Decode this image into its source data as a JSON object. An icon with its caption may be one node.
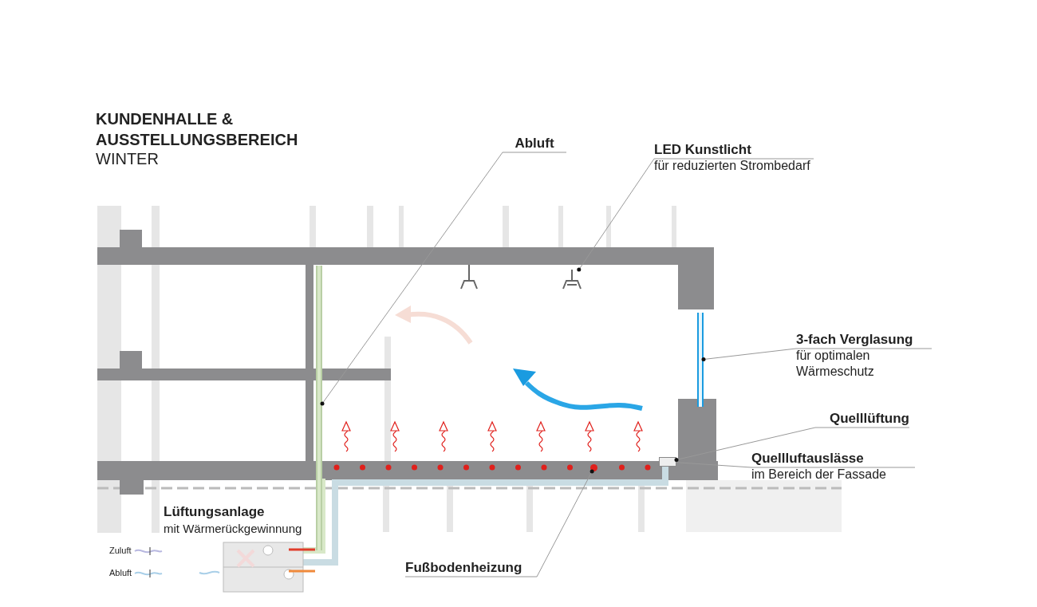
{
  "diagram": {
    "title": "KUNDENHALLE & AUSSTELLUNGSBEREICH",
    "nodes": [
      {
        "text": [
          "Abluft"
        ]
      },
      {
        "text": [],
        "shape": "bar"
      },
      {
        "text": [
          "LED Kunstlicht",
          "für reduzierten Strombedarf"
        ]
      },
      {
        "text": [],
        "shape": "picture"
      },
      {
        "text": [
          "3-fach Verglasung",
          "für optimalen Wärmeschutz"
        ]
      },
      {
        "text": [],
        "shape": "bar"
      },
      {
        "text": [
          "Quelllüftung"
        ]
      },
      {
        "text": [
          "Quellluftauslässe",
          "im Bereich der Fassade"
        ]
      },
      {
        "text": [],
        "shape": "box"
      },
      {
        "text": [
          "Fußbodenheizung"
        ]
      },
      {
        "text": [],
        "shape": "circle"
      }
    ],
    "edges": [
      {
        "from": 0,
        "to": 1,
        "arrow": "other"
      },
      {
        "from": 2,
        "to": 3,
        "arrow": "other"
      },
      {
        "from": 4,
        "to": 5,
        "arrow": "other"
      },
      {
        "from": 6,
        "to": 8,
        "arrow": "other"
      },
      {
        "from": 7,
        "to": 8,
        "arrow": "none"
      },
      {
        "from": 9,
        "to": 10,
        "arrow": "other"
      }
    ],
    "labels": [
      "WINTER",
      "Lüftungsanlage",
      "mit Wärmerückgewinnung"
    ],
    "legend": [
      {
        "text": "Zuluft"
      },
      {
        "text": "Abluft"
      }
    ]
  }
}
